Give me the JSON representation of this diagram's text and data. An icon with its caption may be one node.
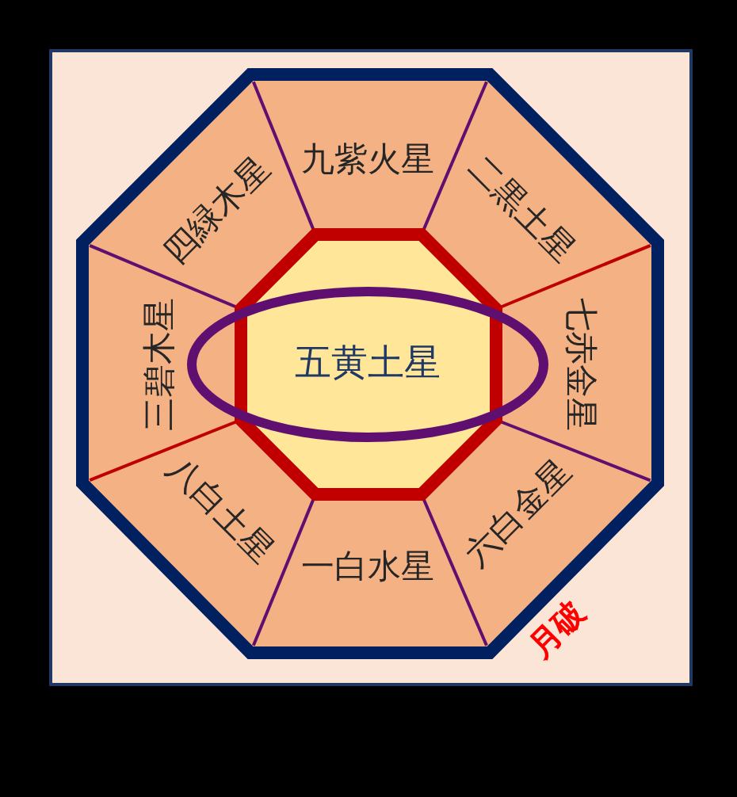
{
  "diagram": {
    "nodes": [
      {
        "text": [
          "九紫火星"
        ]
      },
      {
        "text": [
          "四緑木星"
        ]
      },
      {
        "text": [
          "二黒土星"
        ]
      },
      {
        "text": [
          "三碧木星"
        ]
      },
      {
        "text": [
          "五黄土星"
        ]
      },
      {
        "text": [
          "七赤金星"
        ]
      },
      {
        "text": [
          "八白土星"
        ]
      },
      {
        "text": [
          "六白金星"
        ]
      },
      {
        "text": [
          "一白水星"
        ]
      }
    ],
    "labels": [
      "月破"
    ]
  }
}
